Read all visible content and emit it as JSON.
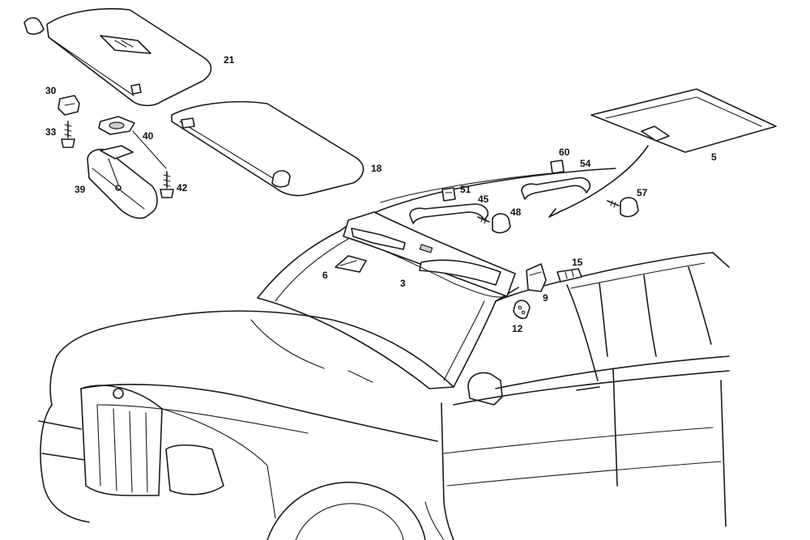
{
  "colors": {
    "line": "#1a1a1a",
    "background": "#ffffff",
    "shade": "#cfcfcf"
  },
  "callouts": {
    "c21": "21",
    "c30": "30",
    "c33": "33",
    "c40": "40",
    "c39": "39",
    "c42": "42",
    "c18": "18",
    "c60": "60",
    "c54": "54",
    "c51": "51",
    "c45": "45",
    "c48": "48",
    "c5": "5",
    "c57": "57",
    "c15": "15",
    "c6": "6",
    "c3": "3",
    "c9": "9",
    "c12": "12"
  }
}
